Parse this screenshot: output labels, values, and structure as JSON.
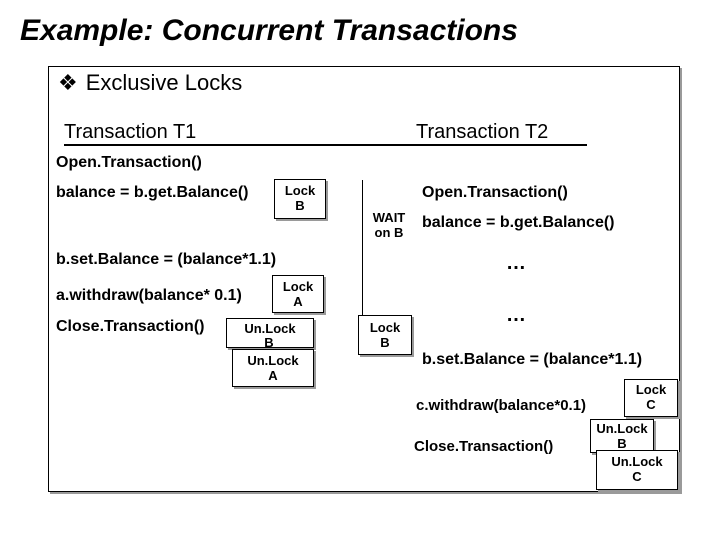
{
  "slide": {
    "title": "Example: Concurrent Transactions",
    "bullet_icon": "diamond-bullet-icon",
    "bullet_text": "Exclusive Locks",
    "headers": {
      "t1": "Transaction T1",
      "t2": "Transaction T2"
    }
  },
  "t1": {
    "open": "Open.Transaction()",
    "get": "balance = b.get.Balance()",
    "lock_b": [
      "Lock",
      "B"
    ],
    "set": "b.set.Balance = (balance*1.1)",
    "withdraw": "a.withdraw(balance* 0.1)",
    "lock_a": [
      "Lock",
      "A"
    ],
    "close": "Close.Transaction()",
    "unlock_b": [
      "Un.Lock",
      "B"
    ],
    "unlock_a": [
      "Un.Lock",
      "A"
    ]
  },
  "t2": {
    "open": "Open.Transaction()",
    "wait": [
      "WAIT",
      "on B"
    ],
    "get": "balance = b.get.Balance()",
    "dots1": "…",
    "dots2": "…",
    "lock_b": [
      "Lock",
      "B"
    ],
    "set": "b.set.Balance = (balance*1.1)",
    "lock_c": [
      "Lock",
      "C"
    ],
    "withdraw": "c.withdraw(balance*0.1)",
    "unlock_b": [
      "Un.Lock",
      "B"
    ],
    "close": "Close.Transaction()",
    "unlock_c": [
      "Un.Lock",
      "C"
    ]
  }
}
